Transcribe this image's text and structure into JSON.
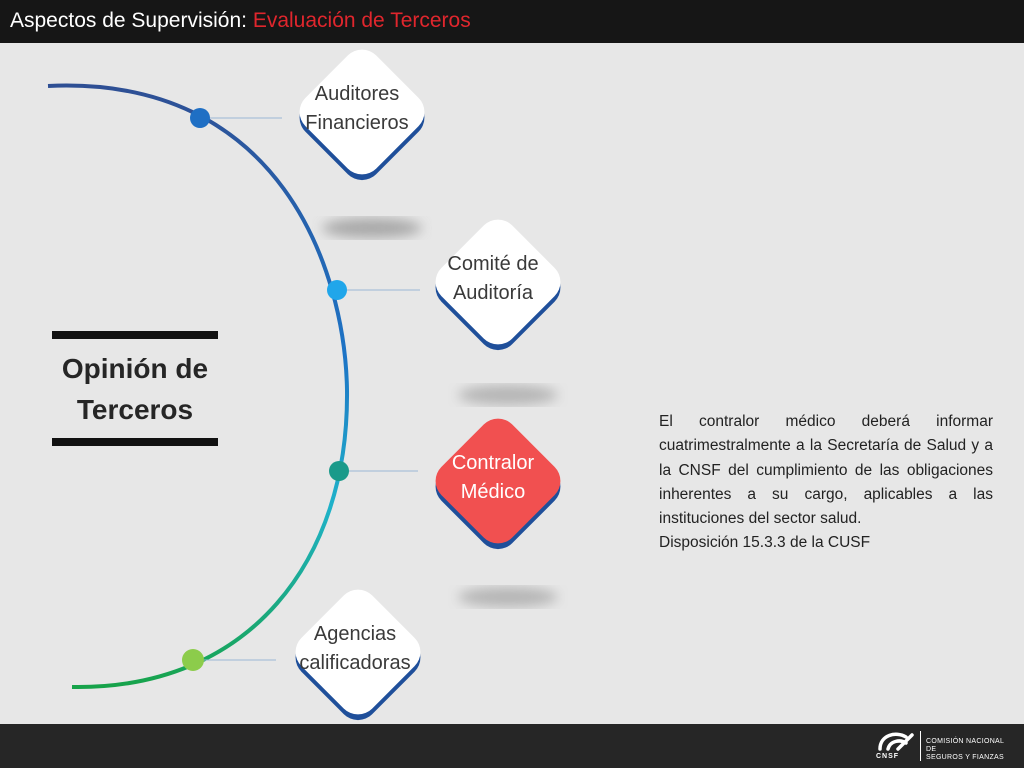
{
  "header": {
    "title": "Aspectos de Supervisión:",
    "title_highlight": "Evaluación de Terceros"
  },
  "main": {
    "title_line1": "Opinión de",
    "title_line2": "Terceros"
  },
  "nodes": [
    {
      "line1": "Auditores",
      "line2": "Financieros"
    },
    {
      "line1": "Comité de",
      "line2": "Auditoría"
    },
    {
      "line1": "Contralor",
      "line2": "Médico"
    },
    {
      "line1": "Agencias",
      "line2": "calificadoras"
    }
  ],
  "description": {
    "text": "El contralor médico deberá informar cuatrimestralmente a la Secretaría de Salud y a la CNSF del cumplimiento de las obligaciones inherentes a su cargo, aplicables a las instituciones del sector salud.",
    "source": "Disposición 15.3.3 de la CUSF"
  },
  "logo": {
    "abbr": "CNSF",
    "name_line1": "COMISIÓN NACIONAL DE",
    "name_line2": "SEGUROS Y FIANZAS"
  },
  "colors": {
    "header_bg": "#161616",
    "accent_red": "#e0262d",
    "node_highlight": "#f15050",
    "arc_top": "#2e4f94",
    "arc_bottom": "#17a34a"
  }
}
